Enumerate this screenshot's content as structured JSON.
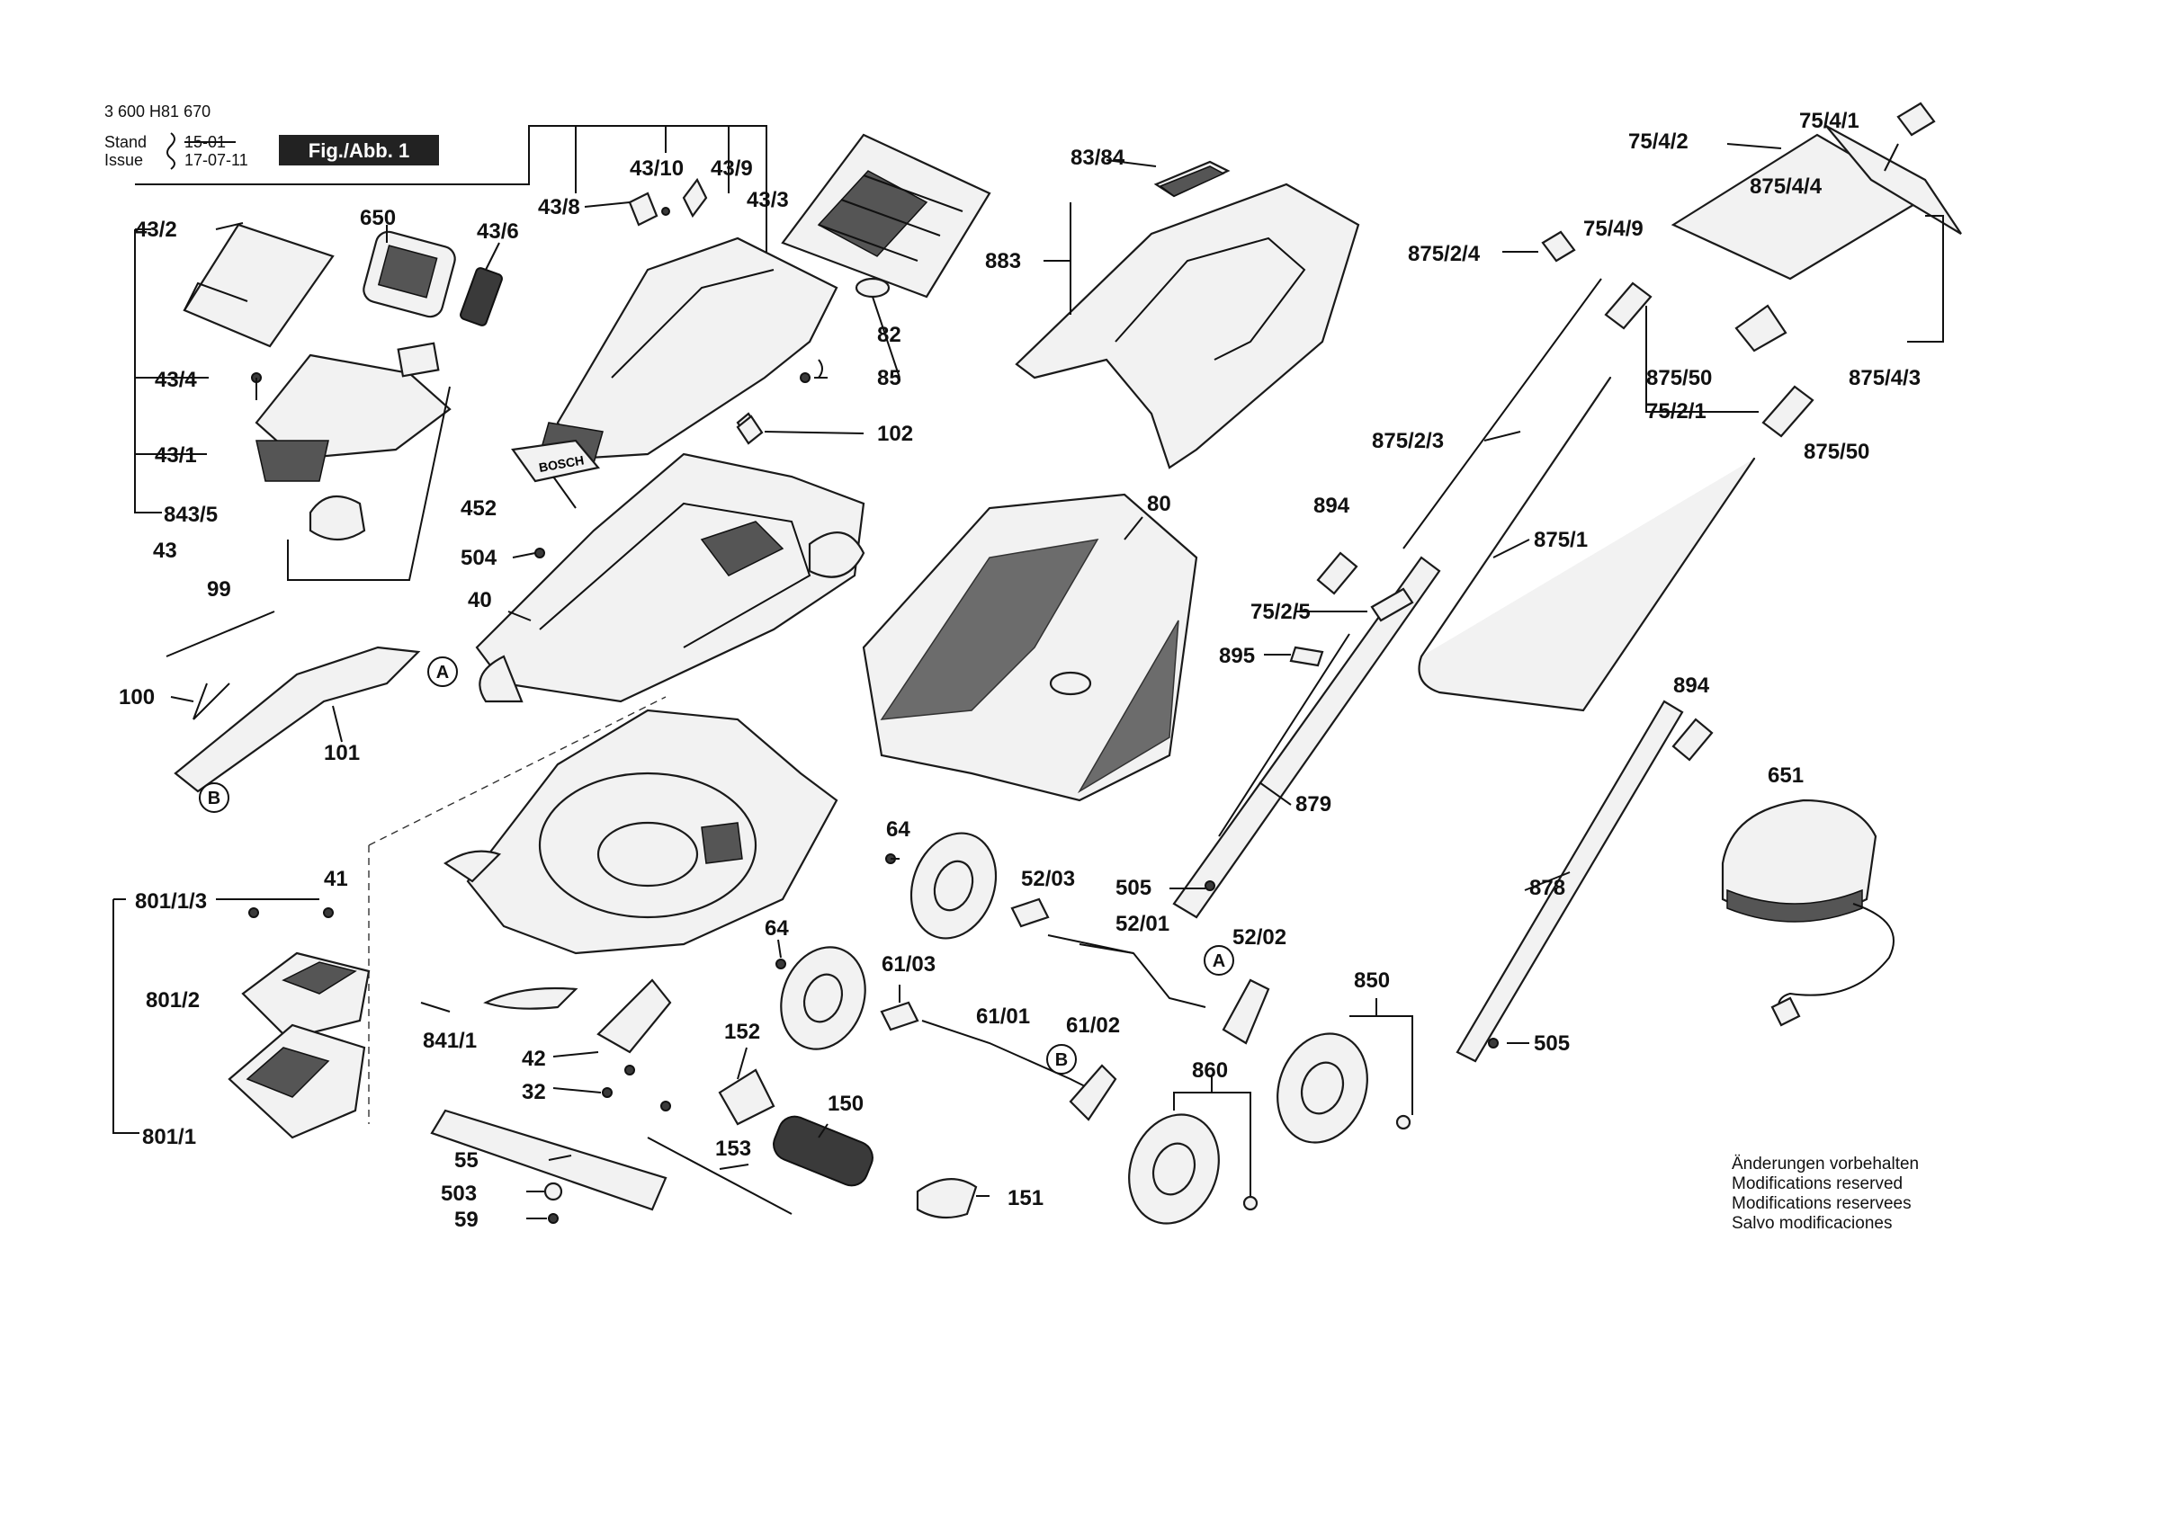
{
  "header": {
    "doc_number": "3 600 H81 670",
    "stand_label": "Stand",
    "stand_value": "15-01",
    "issue_label": "Issue",
    "issue_value": "17-07-11",
    "fig_badge": "Fig./Abb. 1"
  },
  "notes": [
    "Änderungen vorbehalten",
    "Modifications reserved",
    "Modifications reservees",
    "Salvo modificaciones"
  ],
  "reference_markers": [
    "A",
    "B"
  ],
  "labels": {
    "l_43_2": "43/2",
    "l_650": "650",
    "l_43_6": "43/6",
    "l_43_8": "43/8",
    "l_43_10": "43/10",
    "l_43_9": "43/9",
    "l_43_3": "43/3",
    "l_43_4": "43/4",
    "l_43_1": "43/1",
    "l_843_5": "843/5",
    "l_43": "43",
    "l_82": "82",
    "l_85": "85",
    "l_102": "102",
    "l_452": "452",
    "l_504": "504",
    "l_40": "40",
    "l_99": "99",
    "l_100": "100",
    "l_101": "101",
    "l_83_84": "83/84",
    "l_883": "883",
    "l_80": "80",
    "l_75_4_1": "75/4/1",
    "l_75_4_2": "75/4/2",
    "l_875_4_4": "875/4/4",
    "l_75_4_9": "75/4/9",
    "l_875_2_4": "875/2/4",
    "l_875_50a": "875/50",
    "l_75_2_1": "75/2/1",
    "l_875_4_3": "875/4/3",
    "l_875_2_3": "875/2/3",
    "l_875_50b": "875/50",
    "l_894a": "894",
    "l_875_1": "875/1",
    "l_75_2_5": "75/2/5",
    "l_895": "895",
    "l_894b": "894",
    "l_879": "879",
    "l_651": "651",
    "l_505a": "505",
    "l_878": "878",
    "l_505b": "505",
    "l_41": "41",
    "l_801_1_3": "801/1/3",
    "l_801_2": "801/2",
    "l_841_1": "841/1",
    "l_801_1": "801/1",
    "l_42": "42",
    "l_32": "32",
    "l_55": "55",
    "l_503": "503",
    "l_59": "59",
    "l_64a": "64",
    "l_64b": "64",
    "l_52_03": "52/03",
    "l_52_01": "52/01",
    "l_52_02": "52/02",
    "l_61_03": "61/03",
    "l_61_01": "61/01",
    "l_61_02": "61/02",
    "l_152": "152",
    "l_150": "150",
    "l_153": "153",
    "l_151": "151",
    "l_850": "850",
    "l_860": "860"
  }
}
